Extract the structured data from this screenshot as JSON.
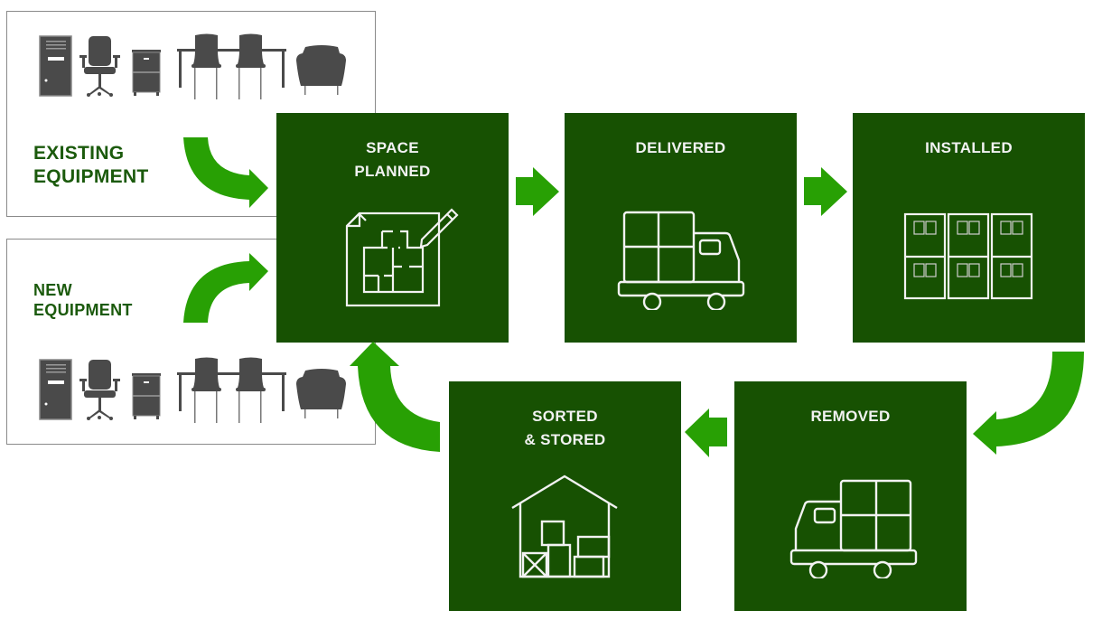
{
  "colors": {
    "step_fill": "#175102",
    "arrow_fill": "#28a004",
    "label_text": "#1b5a0c",
    "step_text": "#f2f2f2",
    "furniture": "#4a4a4a"
  },
  "inputs": [
    {
      "id": "existing",
      "label_lines": [
        "EXISTING",
        "EQUIPMENT"
      ],
      "icons": [
        "computer-tower-icon",
        "office-chair-icon",
        "file-cabinet-icon",
        "table-with-chairs-icon",
        "armchair-icon"
      ]
    },
    {
      "id": "new",
      "label_lines": [
        "NEW",
        "EQUIPMENT"
      ],
      "icons": [
        "computer-tower-icon",
        "office-chair-icon",
        "file-cabinet-icon",
        "table-with-chairs-icon",
        "armchair-icon"
      ]
    }
  ],
  "steps": [
    {
      "id": "space-planned",
      "title_lines": [
        "SPACE",
        "PLANNED"
      ],
      "icon": "floor-plan-icon"
    },
    {
      "id": "delivered",
      "title_lines": [
        "DELIVERED"
      ],
      "icon": "delivery-truck-icon"
    },
    {
      "id": "installed",
      "title_lines": [
        "INSTALLED"
      ],
      "icon": "workstations-icon"
    },
    {
      "id": "removed",
      "title_lines": [
        "REMOVED"
      ],
      "icon": "removal-truck-icon"
    },
    {
      "id": "sorted-stored",
      "title_lines": [
        "SORTED",
        "& STORED"
      ],
      "icon": "warehouse-icon"
    }
  ],
  "flow": [
    {
      "from": "existing",
      "to": "space-planned"
    },
    {
      "from": "new",
      "to": "space-planned"
    },
    {
      "from": "space-planned",
      "to": "delivered"
    },
    {
      "from": "delivered",
      "to": "installed"
    },
    {
      "from": "installed",
      "to": "removed"
    },
    {
      "from": "removed",
      "to": "sorted-stored"
    },
    {
      "from": "sorted-stored",
      "to": "space-planned"
    }
  ]
}
